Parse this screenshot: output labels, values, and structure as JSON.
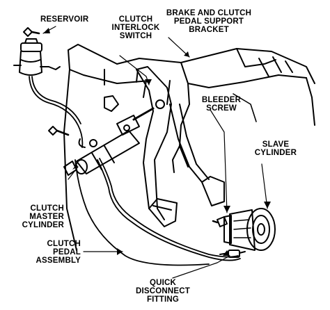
{
  "labels": {
    "reservoir": "RESERVOIR",
    "interlock_line1": "CLUTCH",
    "interlock_line2": "INTERLOCK",
    "interlock_line3": "SWITCH",
    "bracket_line1": "BRAKE AND CLUTCH",
    "bracket_line2": "PEDAL SUPPORT",
    "bracket_line3": "BRACKET",
    "bleeder_line1": "BLEEDER",
    "bleeder_line2": "SCREW",
    "slave_line1": "SLAVE",
    "slave_line2": "CYLINDER",
    "master_line1": "CLUTCH",
    "master_line2": "MASTER",
    "master_line3": "CYLINDER",
    "pedal_line1": "CLUTCH",
    "pedal_line2": "PEDAL",
    "pedal_line3": "ASSEMBLY",
    "quick_line1": "QUICK",
    "quick_line2": "DISCONNECT",
    "quick_line3": "FITTING"
  },
  "colors": {
    "ink": "#000000",
    "paper": "#ffffff"
  }
}
